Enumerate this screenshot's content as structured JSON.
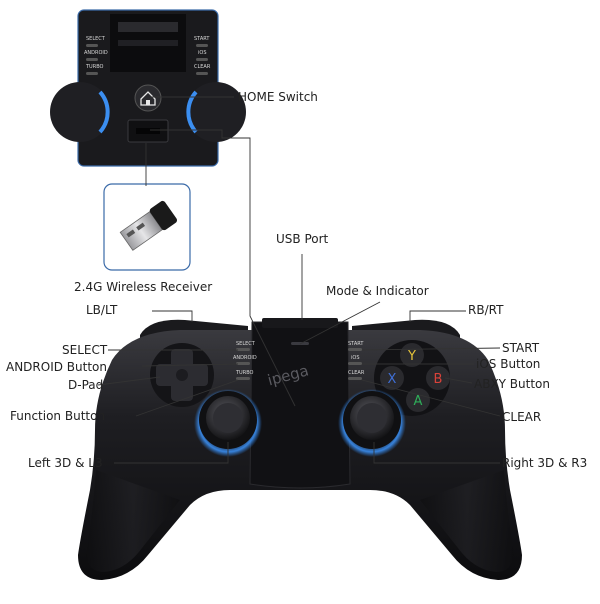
{
  "colors": {
    "background": "#ffffff",
    "leader_line": "#333333",
    "controller_body": "#1c1c1f",
    "thumbstick_glow": "#2e7bd6",
    "button_y": "#e4c23a",
    "button_b": "#d9423a",
    "button_a": "#2fae5a",
    "button_x": "#3f6fd6"
  },
  "inset_top": {
    "select": "SELECT",
    "start": "START",
    "android": "ANDROID",
    "ios": "iOS",
    "turbo": "TURBO",
    "clear": "CLEAR",
    "home_icon": "home-icon"
  },
  "controller": {
    "brand": "ipega",
    "select": "SELECT",
    "start": "START",
    "android": "ANDROID",
    "ios": "iOS",
    "turbo": "TURBO",
    "clear": "CLEAR",
    "buttons": {
      "y": "Y",
      "b": "B",
      "a": "A",
      "x": "X"
    }
  },
  "labels": {
    "home_switch": "HOME Switch",
    "usb_port": "USB Port",
    "receiver": "2.4G Wireless Receiver",
    "lb_lt": "LB/LT",
    "mode_indicator": "Mode & Indicator",
    "rb_rt": "RB/RT",
    "select": "SELECT",
    "android_button": "ANDROID Button",
    "d_pad": "D-Pad",
    "function_button": "Function Button",
    "left_3d": "Left 3D & L3",
    "start": "START",
    "ios_button": "iOS Button",
    "abxy_button": "ABXY Button",
    "clear": "CLEAR",
    "right_3d": "Right 3D & R3"
  }
}
